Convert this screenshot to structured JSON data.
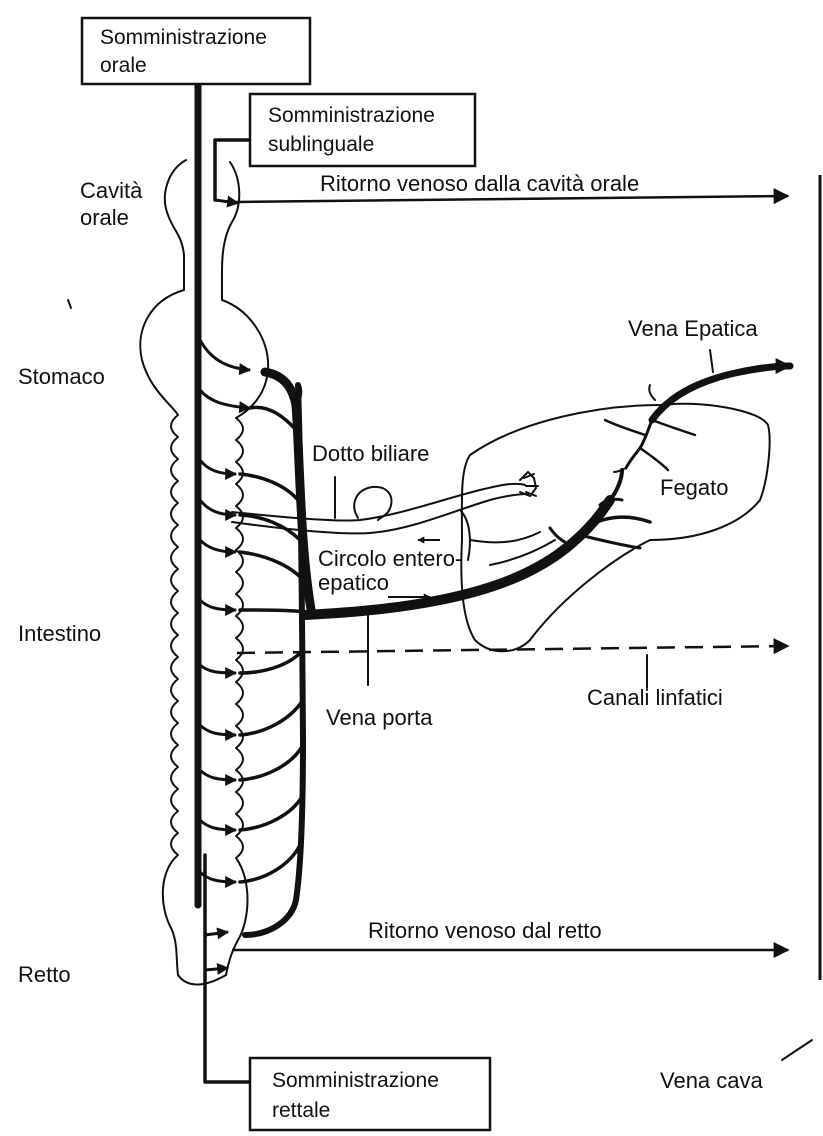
{
  "boxes": {
    "oral": [
      "Somministrazione",
      "orale"
    ],
    "sublingual": [
      "Somministrazione",
      "sublinguale"
    ],
    "rectal": [
      "Somministrazione",
      "rettale"
    ]
  },
  "organs": {
    "oral_cavity": [
      "Cavità",
      "orale"
    ],
    "stomach": "Stomaco",
    "intestine": "Intestino",
    "rectum": "Retto",
    "liver": "Fegato"
  },
  "vessels": {
    "oral_return": "Ritorno venoso dalla cavità orale",
    "hepatic_vein": "Vena Epatica",
    "bile_duct": "Dotto biliare",
    "enterohepatic": [
      "Circolo entero-",
      "epatico"
    ],
    "portal_vein": "Vena porta",
    "lymphatics": "Canali linfatici",
    "rectal_return": "Ritorno venoso dal retto",
    "vena_cava": "Vena cava"
  },
  "colors": {
    "ink": "#111111",
    "paper": "#ffffff"
  }
}
